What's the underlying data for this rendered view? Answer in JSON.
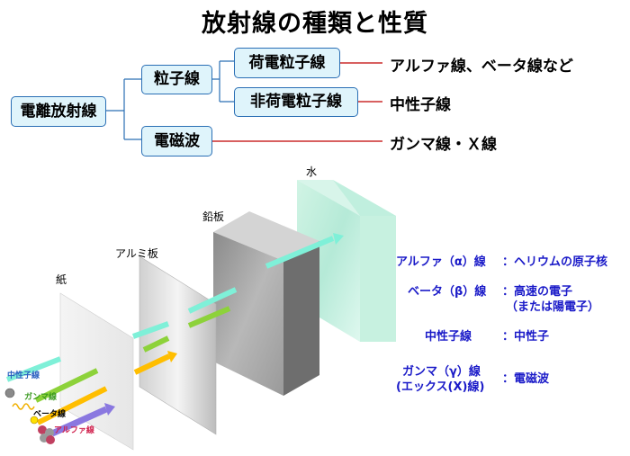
{
  "title": "放射線の種類と性質",
  "tree": {
    "root": "電離放射線",
    "particle": "粒子線",
    "charged": "荷電粒子線",
    "uncharged": "非荷電粒子線",
    "wave": "電磁波",
    "charged_examples": "アルファ線、ベータ線など",
    "uncharged_examples": "中性子線",
    "wave_examples": "ガンマ線・Ｘ線"
  },
  "barriers": {
    "paper": "紙",
    "aluminum": "アルミ板",
    "lead": "鉛板",
    "water": "水"
  },
  "rays": {
    "neutron": "中性子線",
    "gamma": "ガンマ線",
    "beta": "ベータ線",
    "alpha": "アルファ線"
  },
  "descriptions": [
    {
      "name": "アルファ（α）線",
      "value": "：ヘリウムの原子核"
    },
    {
      "name": "ベータ（β）線",
      "value": "：高速の電子",
      "value2": "（または陽電子）"
    },
    {
      "name": "中性子線",
      "value": "：中性子"
    },
    {
      "name": "ガンマ（γ）線",
      "name2": "(エックス(X)線)",
      "value": "：電磁波"
    }
  ],
  "colors": {
    "neutron": "#7ff0d8",
    "gamma": "#8dd23a",
    "beta": "#ffbe00",
    "alpha": "#8a78e0",
    "box_fill": "#dff4fb",
    "box_border": "#2a6fb5",
    "connector": "#c00000",
    "desc_text": "#1a1ac8"
  }
}
